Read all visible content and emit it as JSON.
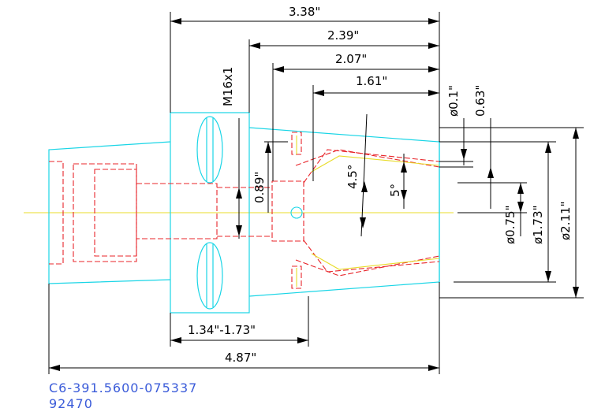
{
  "dimensions": {
    "top_overall": "3.38\"",
    "second": "2.39\"",
    "third": "2.07\"",
    "fourth": "1.61\"",
    "bottom_range": "1.34\"-1.73\"",
    "bottom_overall": "4.87\"",
    "thread": "M16x1",
    "bore": "0.89\"",
    "angle_a": "4.5°",
    "angle_b": "5°",
    "dia_small": "ø0.1\"",
    "right_063": "0.63\"",
    "dia_075": "ø0.75\"",
    "dia_173": "ø1.73\"",
    "dia_211": "ø2.11\""
  },
  "part": {
    "number": "C6-391.5600-075337",
    "code": "92470"
  },
  "colors": {
    "body_outline": "#19d5e6",
    "hidden_lines": "#e8252a",
    "centerline": "#e8dc2a",
    "part_number_text": "#3a5bd9"
  }
}
